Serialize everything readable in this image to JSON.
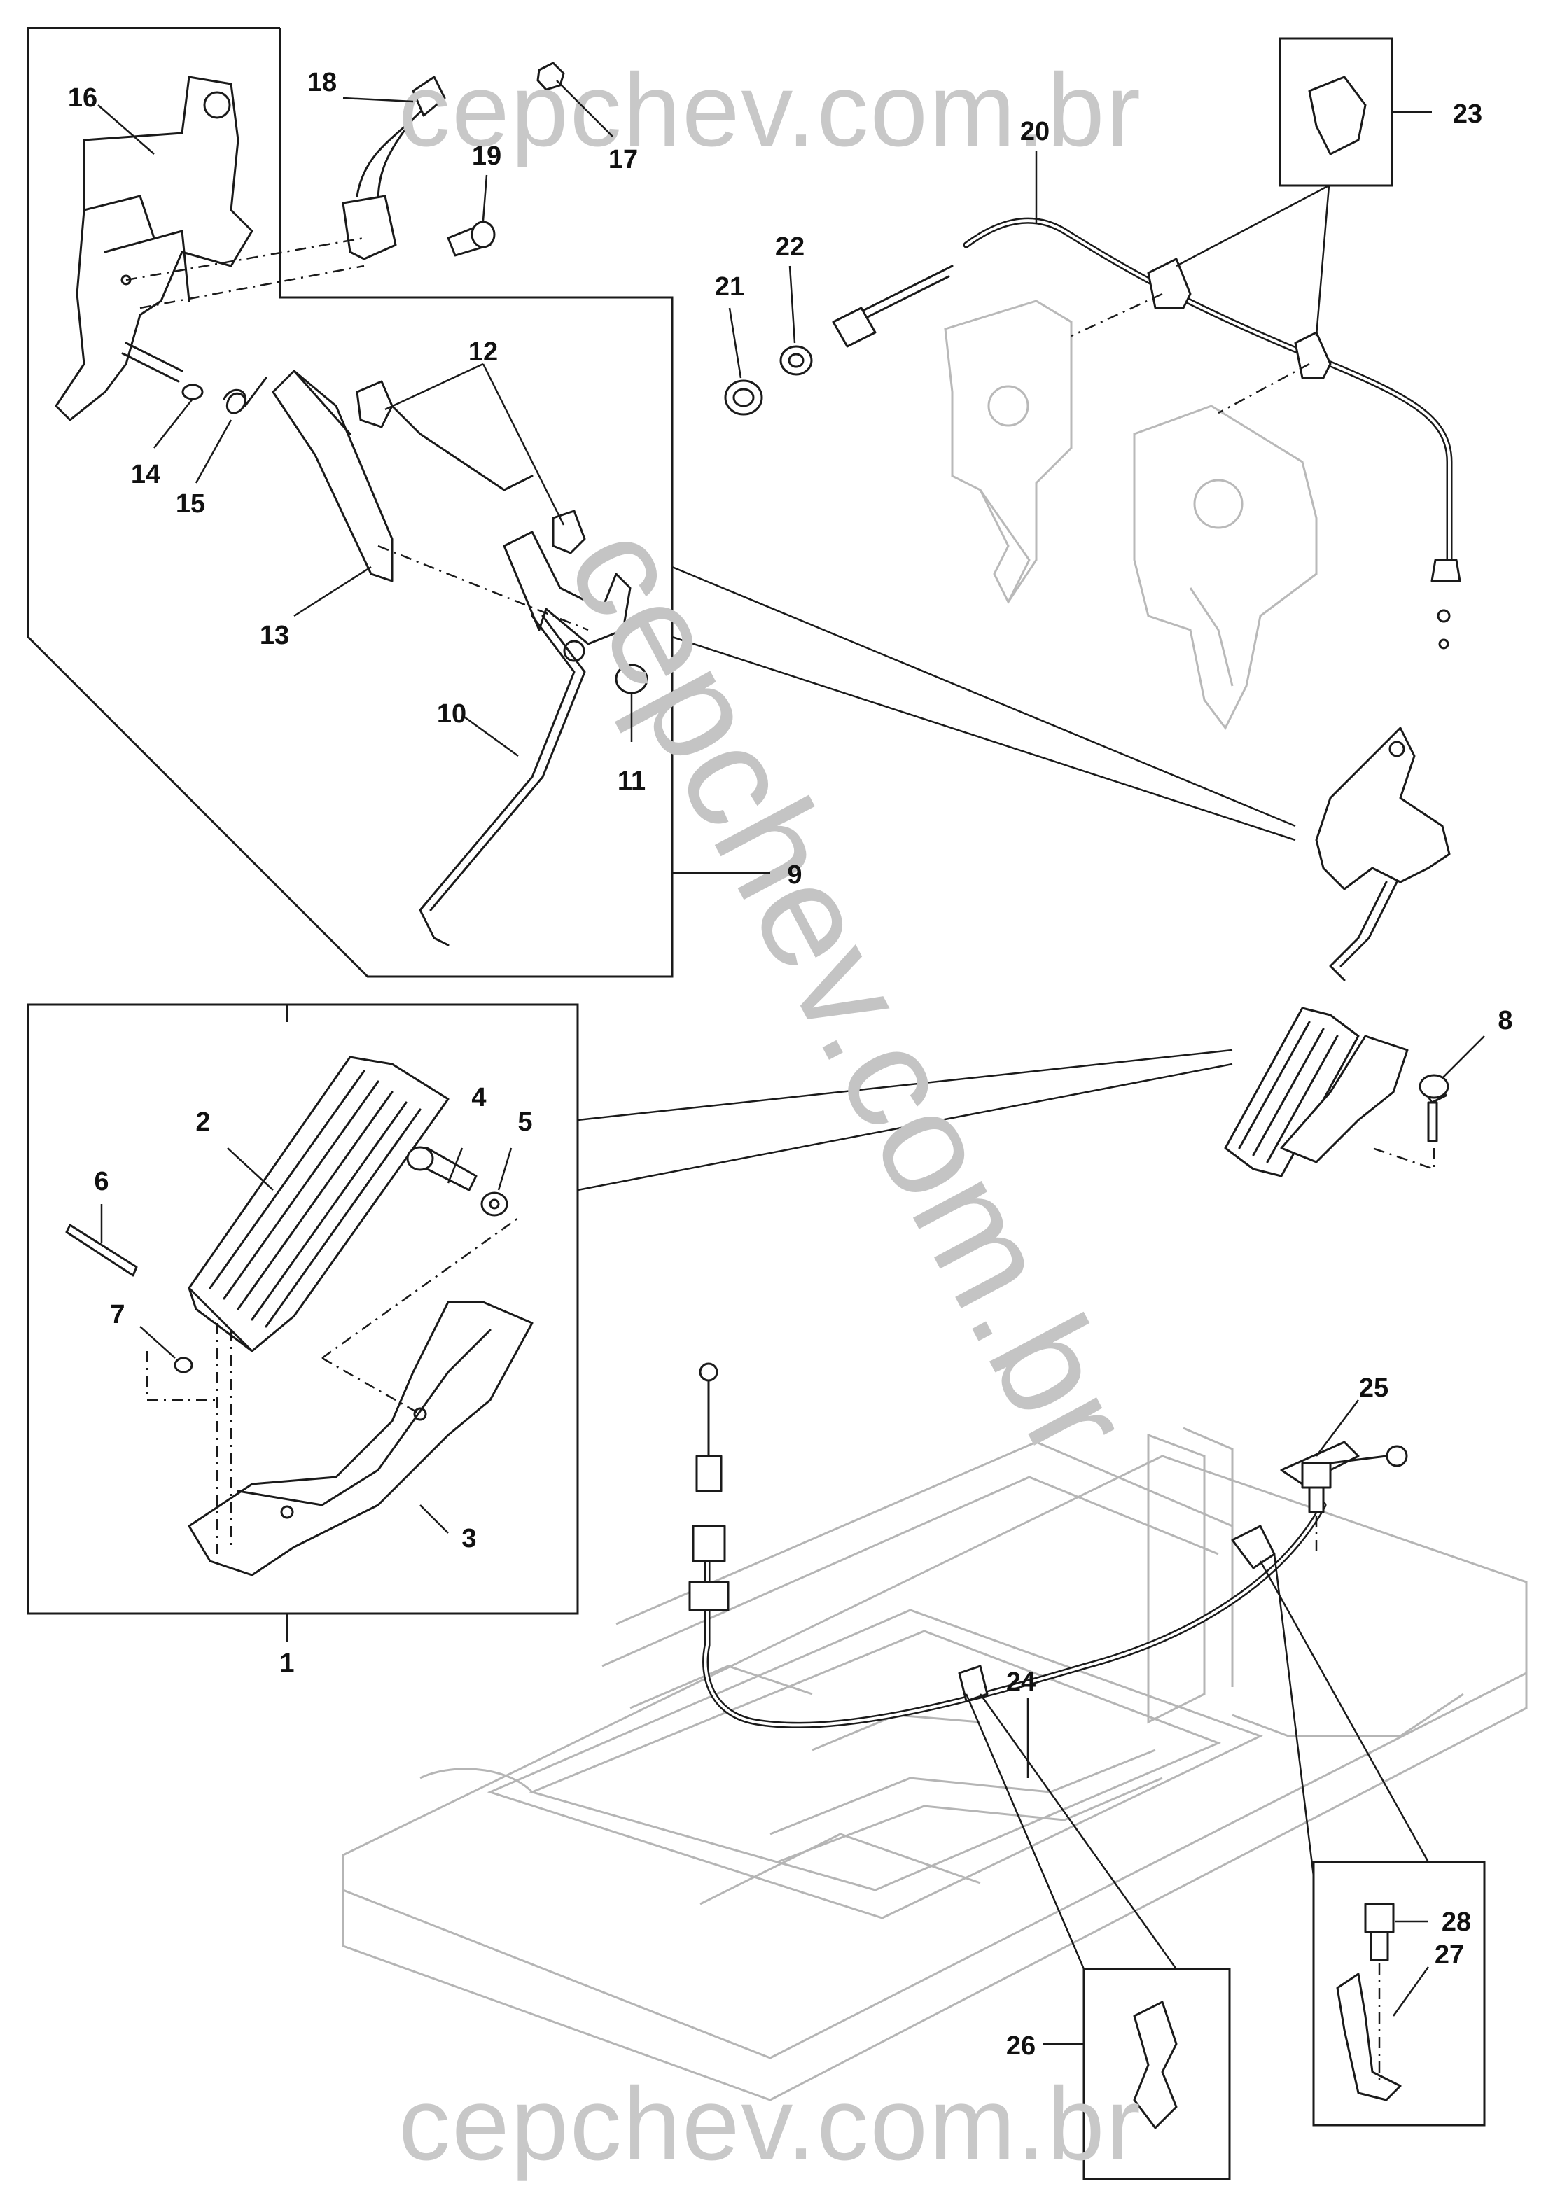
{
  "watermark": {
    "top": "cepchev.com.br",
    "diagonal": "cepchev.com.br",
    "bottom": "cepchev.com.br"
  },
  "callouts": {
    "c1": "1",
    "c2": "2",
    "c3": "3",
    "c4": "4",
    "c5": "5",
    "c6": "6",
    "c7": "7",
    "c8": "8",
    "c9": "9",
    "c10": "10",
    "c11": "11",
    "c12": "12",
    "c13": "13",
    "c14": "14",
    "c15": "15",
    "c16": "16",
    "c17": "17",
    "c18": "18",
    "c19": "19",
    "c20": "20",
    "c21": "21",
    "c22": "22",
    "c23": "23",
    "c24": "24",
    "c25": "25",
    "c26": "26",
    "c27": "27",
    "c28": "28"
  },
  "colors": {
    "line": "#1a1a1a",
    "ghost": "#b9b9b9",
    "watermark": "#c8c8c8",
    "background": "#ffffff"
  }
}
